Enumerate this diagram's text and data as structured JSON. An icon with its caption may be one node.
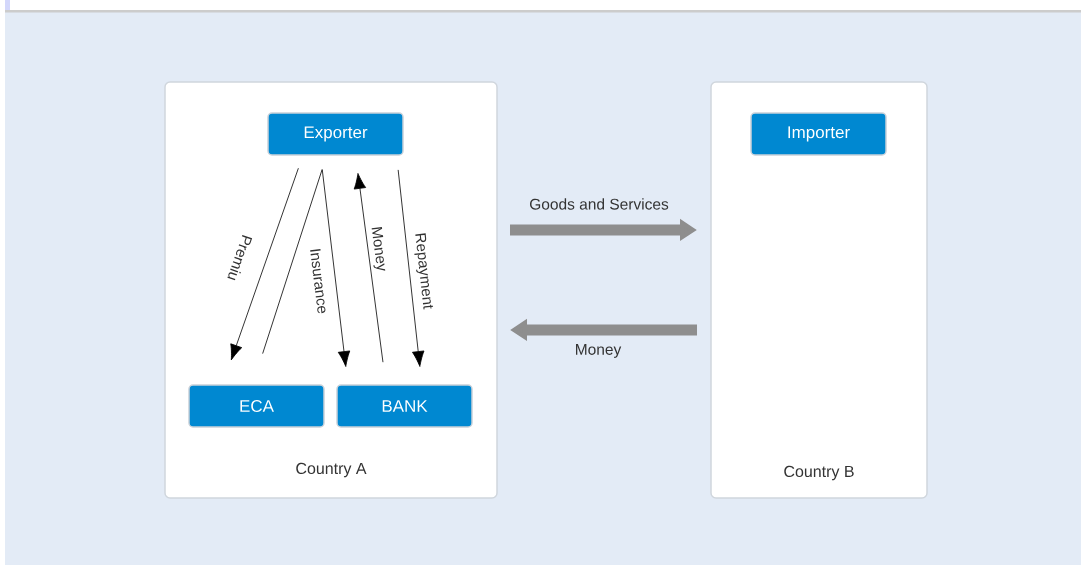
{
  "diagram": {
    "nodes": [
      {
        "text": [
          "Country A"
        ]
      },
      {
        "text": [
          "Exporter"
        ],
        "in": 0
      },
      {
        "text": [
          "ECA"
        ],
        "in": 0
      },
      {
        "text": [
          "BANK"
        ],
        "in": 0
      },
      {
        "text": [
          "Country B"
        ]
      },
      {
        "text": [
          "Importer"
        ],
        "in": 4
      }
    ],
    "edges": [
      {
        "from": 1,
        "to": 2,
        "arrow": "to",
        "label": "Premiu"
      },
      {
        "from": 2,
        "to": 1,
        "arrow": "none"
      },
      {
        "from": 1,
        "to": 3,
        "arrow": "to",
        "label": "Insurance"
      },
      {
        "from": 3,
        "to": 1,
        "arrow": "to",
        "label": "Money"
      },
      {
        "from": 1,
        "to": 3,
        "arrow": "to",
        "label": "Repayment"
      },
      {
        "from": 0,
        "to": 4,
        "arrow": "to",
        "label": "Goods and Services",
        "style": "thick",
        "color": "#8e8e8e"
      },
      {
        "from": 4,
        "to": 0,
        "arrow": "to",
        "label": "Money",
        "style": "thick",
        "color": "#8e8e8e"
      }
    ]
  }
}
